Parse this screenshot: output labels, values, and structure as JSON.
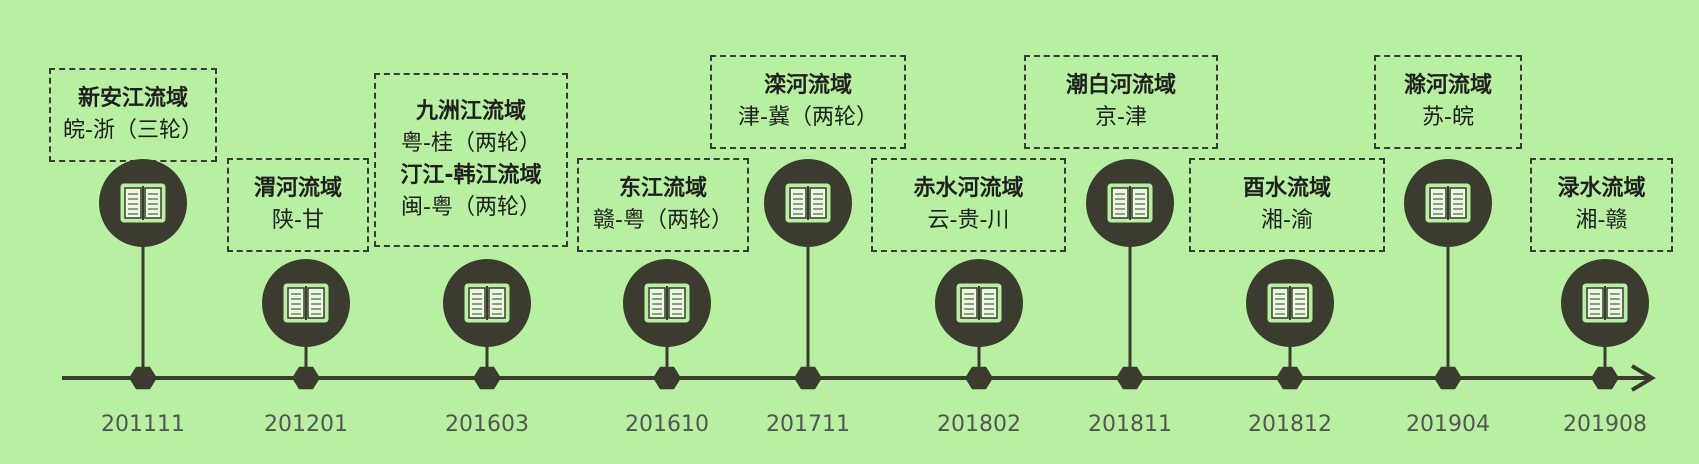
{
  "events": [
    {
      "date": "201111",
      "lines": [
        "新安江流域",
        "皖-浙（三轮）"
      ],
      "bold": [
        true,
        false
      ]
    },
    {
      "date": "201201",
      "lines": [
        "渭河流域",
        "陕-甘"
      ],
      "bold": [
        true,
        false
      ]
    },
    {
      "date": "201603",
      "lines": [
        "九洲江流域",
        "粤-桂（两轮）",
        "汀江-韩江流域",
        "闽-粤（两轮）"
      ],
      "bold": [
        true,
        false,
        true,
        false
      ]
    },
    {
      "date": "201610",
      "lines": [
        "东江流域",
        "赣-粤（两轮）"
      ],
      "bold": [
        true,
        false
      ]
    },
    {
      "date": "201711",
      "lines": [
        "滦河流域",
        "津-冀（两轮）"
      ],
      "bold": [
        true,
        false
      ]
    },
    {
      "date": "201802",
      "lines": [
        "赤水河流域",
        "云-贵-川"
      ],
      "bold": [
        true,
        false
      ]
    },
    {
      "date": "201811",
      "lines": [
        "潮白河流域",
        "京-津"
      ],
      "bold": [
        true,
        false
      ]
    },
    {
      "date": "201812",
      "lines": [
        "酉水流域",
        "湘-渝"
      ],
      "bold": [
        true,
        false
      ]
    },
    {
      "date": "201904",
      "lines": [
        "滁河流域",
        "苏-皖"
      ],
      "bold": [
        true,
        false
      ]
    },
    {
      "date": "201908",
      "lines": [
        "渌水流域",
        "湘-赣"
      ],
      "bold": [
        true,
        false
      ]
    }
  ],
  "icon": "book-icon",
  "colors": {
    "background": "#b7f0a0",
    "node": "#3b3b2f",
    "icon_fill": "#b7f0a0",
    "line": "#3b3b2f",
    "date_text": "#555555"
  }
}
